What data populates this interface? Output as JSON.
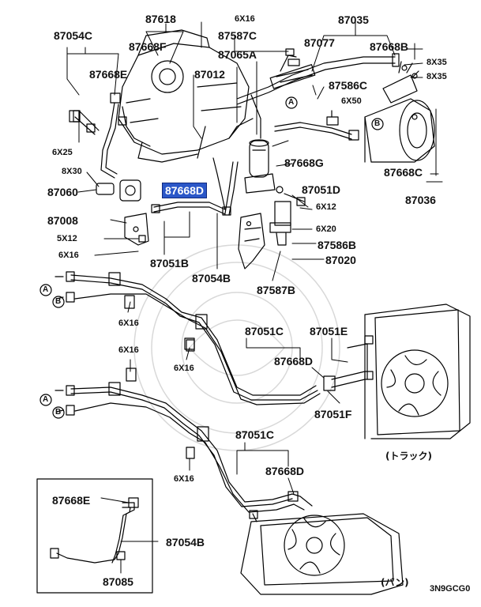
{
  "labels": {
    "p87618": "87618",
    "p6x16_a": "6X16",
    "p87035": "87035",
    "p87054c": "87054C",
    "p87587c": "87587C",
    "p87668f": "87668F",
    "p87077": "87077",
    "p87668b": "87668B",
    "p8x35_a": "8X35",
    "p8x35_b": "8X35",
    "p87065a": "87065A",
    "p87668e_top": "87668E",
    "p87012": "87012",
    "p87586c": "87586C",
    "p6x50": "6X50",
    "p6x25": "6X25",
    "p8x30": "8X30",
    "p87668g": "87668G",
    "p87668c": "87668C",
    "p87060": "87060",
    "p87668d_hl": "87668D",
    "p87051d": "87051D",
    "p87036": "87036",
    "p6x12": "6X12",
    "p87008": "87008",
    "p6x20": "6X20",
    "p5x12": "5X12",
    "p87586b": "87586B",
    "p6x16_b": "6X16",
    "p87020": "87020",
    "p87051b": "87051B",
    "p87054b_top": "87054B",
    "p87587b": "87587B",
    "p6x16_c": "6X16",
    "p87051c_a": "87051C",
    "p87051e": "87051E",
    "p6x16_d": "6X16",
    "p87668d_a": "87668D",
    "p6x16_e": "6X16",
    "p87051f": "87051F",
    "p87051c_b": "87051C",
    "truck": "(トラック)",
    "p87668d_b": "87668D",
    "p6x16_f": "6X16",
    "p87668e_box": "87668E",
    "p87054b_box": "87054B",
    "p87085": "87085",
    "van": "(バン)",
    "code": "3N9GCG0"
  },
  "markers": {
    "A": "A",
    "B": "B"
  }
}
